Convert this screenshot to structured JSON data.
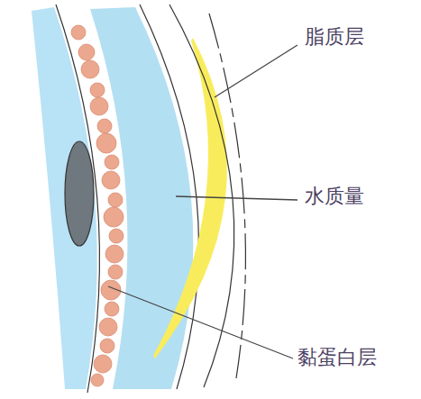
{
  "diagram": {
    "labels": [
      "脂质层",
      "水质量",
      "黏蛋白层"
    ]
  }
}
